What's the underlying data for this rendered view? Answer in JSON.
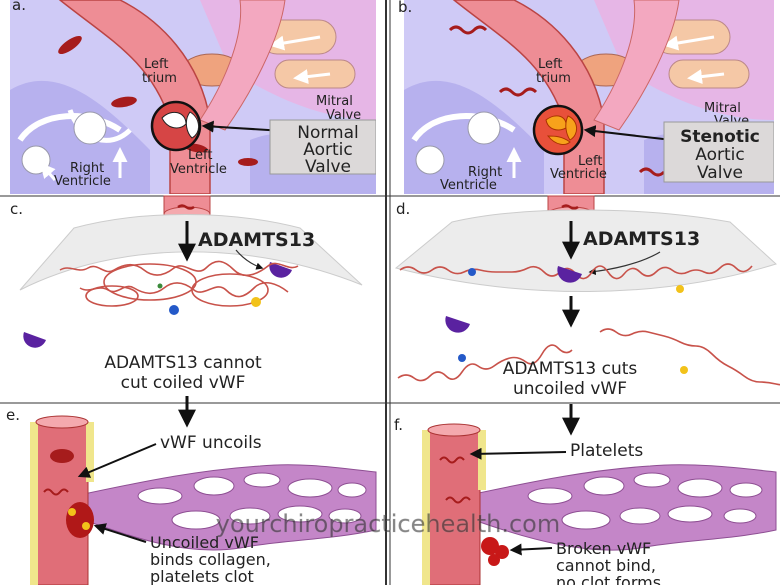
{
  "panels": {
    "a": {
      "letter": "a.",
      "left_atrium_1": "Left",
      "left_atrium_2": "trium",
      "mitral_1": "Mitral",
      "mitral_2": "Valve",
      "right_ventricle_1": "Right",
      "right_ventricle_2": "Ventricle",
      "left_ventricle_1": "Left",
      "left_ventricle_2": "Ventricle",
      "valve_label": [
        "Normal",
        "Aortic",
        "Valve"
      ]
    },
    "b": {
      "letter": "b.",
      "left_atrium_1": "Left",
      "left_atrium_2": "trium",
      "mitral_1": "Mitral",
      "mitral_2": "Valve",
      "right_ventricle_1": "Right",
      "right_ventricle_2": "Ventricle",
      "left_ventricle_1": "Left",
      "left_ventricle_2": "Ventricle",
      "valve_label": [
        "Stenotic",
        "Aortic",
        "Valve"
      ]
    },
    "c": {
      "letter": "c.",
      "enzyme": "ADAMTS13",
      "caption_1": "ADAMTS13 cannot",
      "caption_2": "cut coiled vWF"
    },
    "d": {
      "letter": "d.",
      "enzyme": "ADAMTS13",
      "caption_1": "ADAMTS13 cuts",
      "caption_2": "uncoiled vWF"
    },
    "e": {
      "letter": "e.",
      "label_top": "vWF uncoils",
      "label_bottom": [
        "Uncoiled vWF",
        "binds collagen,",
        "platelets clot"
      ]
    },
    "f": {
      "letter": "f.",
      "label_top": "Platelets",
      "label_bottom": [
        "Broken vWF",
        "cannot bind,",
        "no clot forms"
      ]
    }
  },
  "watermark": "yourchiropracticehealth.com",
  "colors": {
    "vessel": "#e8707a",
    "vessel_light": "#f4a9ae",
    "chamber": "#b8b4f0",
    "atrium": "#e8aee0",
    "enzyme": "#5a22a0",
    "vwf": "#c8524a",
    "collagen": "#c486c8"
  }
}
